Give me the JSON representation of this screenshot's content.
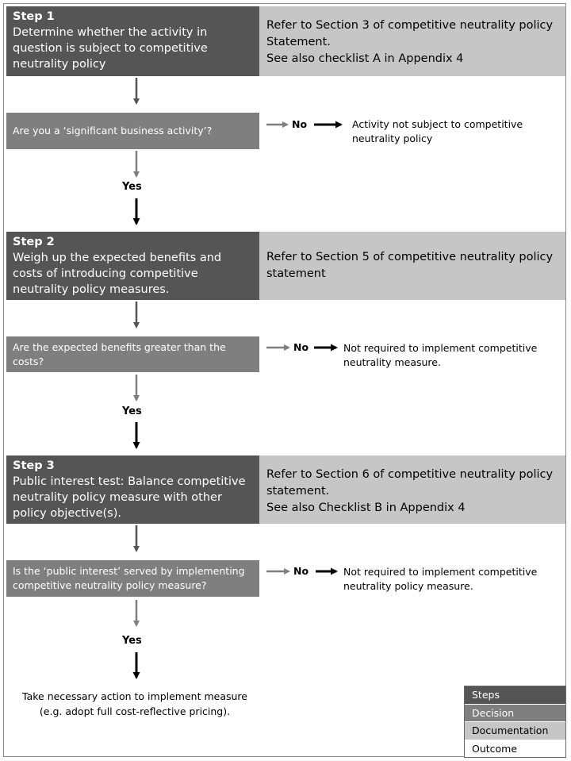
{
  "steps": [
    {
      "heading": "Step 1",
      "text": "Determine whether the activity in question is subject to competitive neutrality policy",
      "documentation": [
        "Refer to Section 3 of competitive neutrality policy Statement.",
        "See also checklist A in Appendix 4"
      ],
      "decision": "Are you a ‘significant business activity’?",
      "no_label": "No",
      "outcome": "Activity not subject to competitive neutrality policy",
      "yes_label": "Yes"
    },
    {
      "heading": "Step 2",
      "text": "Weigh up the expected benefits and costs of introducing competitive neutrality policy measures.",
      "documentation": [
        "Refer to Section 5 of competitive neutrality policy statement"
      ],
      "decision": "Are the expected benefits greater than the costs?",
      "no_label": "No",
      "outcome": "Not required to implement competitive neutrality measure.",
      "yes_label": "Yes"
    },
    {
      "heading": "Step 3",
      "text": "Public interest test: Balance competitive neutrality policy measure with other policy objective(s).",
      "documentation": [
        "Refer to Section 6 of competitive neutrality policy statement.",
        "See also Checklist B in Appendix 4"
      ],
      "decision": "Is the ‘public interest’ served by implementing competitive neutrality policy measure?",
      "no_label": "No",
      "outcome": "Not required to implement competitive neutrality policy measure.",
      "yes_label": "Yes"
    }
  ],
  "final_outcome": "Take necessary action to implement measure (e.g. adopt full cost-reflective pricing).",
  "legend": [
    "Steps",
    "Decision",
    "Documentation",
    "Outcome"
  ],
  "colors": {
    "steps": "#555555",
    "decision": "#7f7f7f",
    "documentation": "#c6c6c6",
    "outcome": "#ffffff"
  }
}
